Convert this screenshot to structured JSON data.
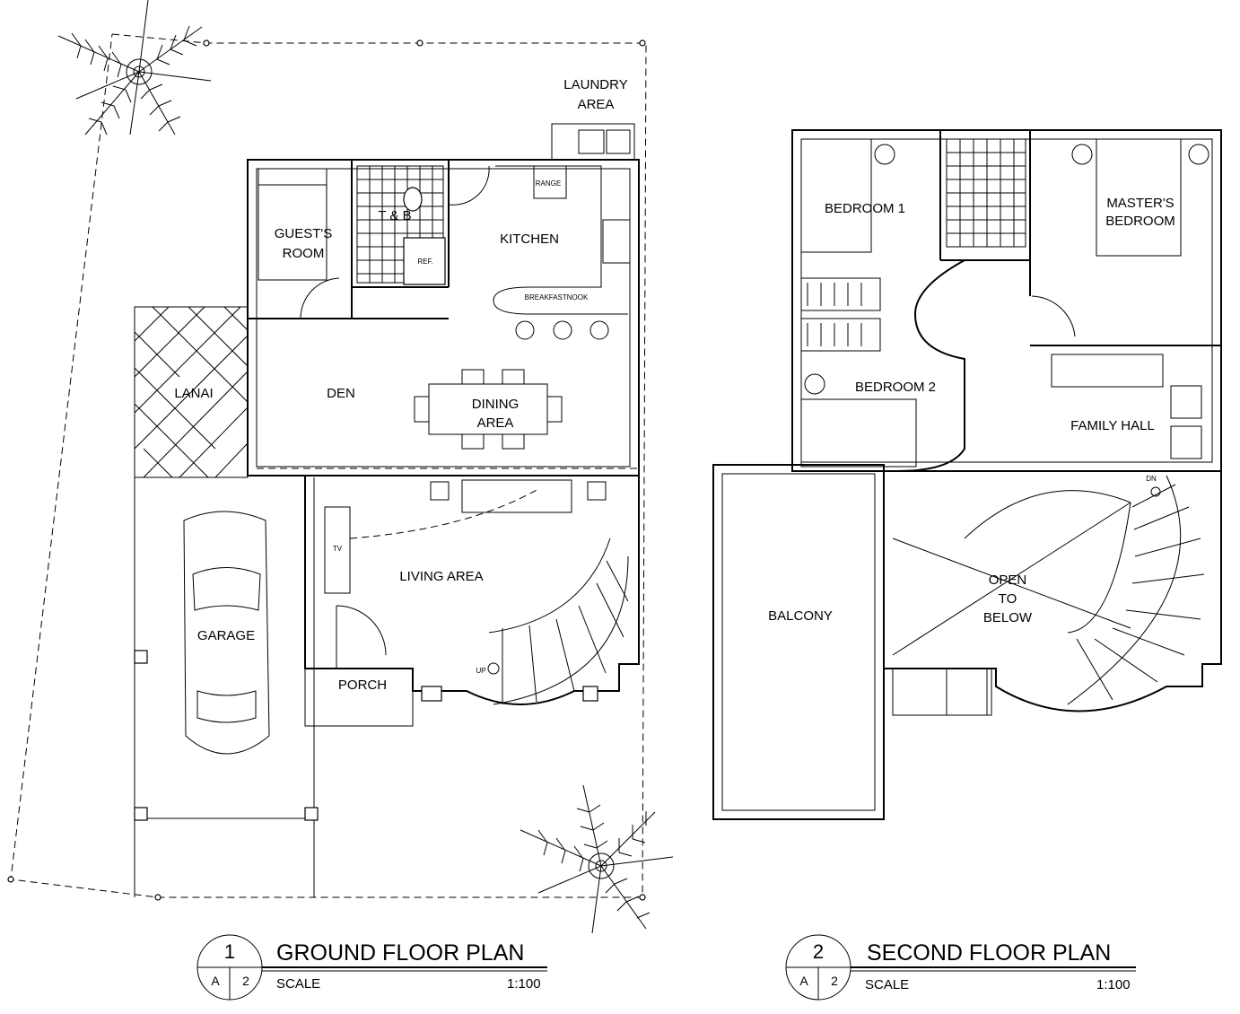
{
  "ground_floor": {
    "rooms": {
      "laundry_line1": "LAUNDRY",
      "laundry_line2": "AREA",
      "guest_line1": "GUEST'S",
      "guest_line2": "ROOM",
      "tb": "T & B",
      "kitchen": "KITCHEN",
      "range": "RANGE",
      "ref": "REF.",
      "breakfast_nook": "BREAKFASTNOOK",
      "lanai": "LANAI",
      "den": "DEN",
      "dining_line1": "DINING",
      "dining_line2": "AREA",
      "living": "LIVING AREA",
      "tv": "TV",
      "garage": "GARAGE",
      "porch": "PORCH",
      "up": "UP"
    },
    "title_block": {
      "number": "1",
      "title": "GROUND FLOOR PLAN",
      "sheet": "A",
      "sheet_no": "2",
      "scale_label": "SCALE",
      "scale_value": "1:100"
    }
  },
  "second_floor": {
    "rooms": {
      "bedroom1": "BEDROOM 1",
      "masters_line1": "MASTER'S",
      "masters_line2": "BEDROOM",
      "bedroom2": "BEDROOM 2",
      "family_hall": "FAMILY HALL",
      "balcony": "BALCONY",
      "open_line1": "OPEN",
      "open_line2": "TO",
      "open_line3": "BELOW",
      "dn": "DN"
    },
    "title_block": {
      "number": "2",
      "title": "SECOND FLOOR PLAN",
      "sheet": "A",
      "sheet_no": "2",
      "scale_label": "SCALE",
      "scale_value": "1:100"
    }
  }
}
